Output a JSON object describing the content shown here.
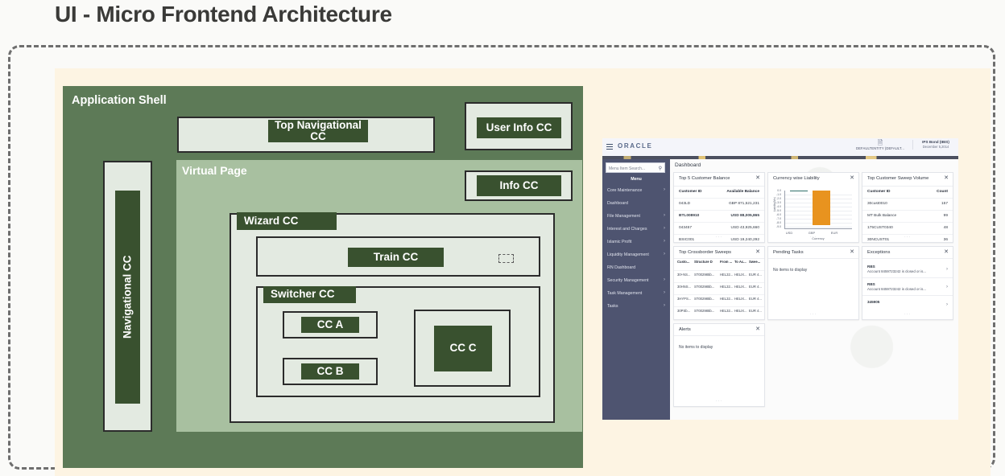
{
  "page": {
    "title": "UI - Micro Frontend Architecture"
  },
  "diagram": {
    "app_shell_label": "Application Shell",
    "virtual_page_label": "Virtual Page",
    "top_nav_cc": "Top Navigational\nCC",
    "top_nav_cc_line1": "Top Navigational",
    "top_nav_cc_line2": "CC",
    "user_info_cc": "User Info CC",
    "info_cc": "Info CC",
    "navigational_cc": "Navigational CC",
    "wizard_cc": "Wizard CC",
    "train_cc": "Train CC",
    "switcher_cc": "Switcher CC",
    "cc_a": "CC A",
    "cc_b": "CC B",
    "cc_c": "CC C",
    "colors": {
      "shell_green": "#5d7a57",
      "virtual_page_green": "#a8c0a0",
      "chip_dark_green": "#39512f",
      "box_light": "#e3eae1",
      "cream": "#fdf4e3",
      "border_dark": "#2b2b2b"
    }
  },
  "oracle": {
    "brand": "ORACLE",
    "entity_label": "DEFAULTENTITY (DEFAULT...",
    "user_name": "IPS Bond (IBIS)",
    "user_date": "December 5,2014",
    "search_placeholder": "Menu Item Search...",
    "menu_heading": "Menu",
    "menu_items": [
      {
        "label": "Core Maintenance",
        "chevron": "›"
      },
      {
        "label": "Dashboard",
        "chevron": ""
      },
      {
        "label": "File Management",
        "chevron": "›"
      },
      {
        "label": "Interest and Charges",
        "chevron": "›"
      },
      {
        "label": "Islamic Profit",
        "chevron": "›"
      },
      {
        "label": "Liquidity Management",
        "chevron": "›"
      },
      {
        "label": "RN Dashboard",
        "chevron": ""
      },
      {
        "label": "Security Management",
        "chevron": "›"
      },
      {
        "label": "Task Management",
        "chevron": "›"
      },
      {
        "label": "Tasks",
        "chevron": "›"
      }
    ],
    "page_heading": "Dashboard",
    "close_glyph": "✕",
    "cards": {
      "top_customer_balance": {
        "title": "Top 5 Customer Balance",
        "columns": [
          "Customer ID",
          "Available Balance"
        ],
        "rows": [
          {
            "id": "043LD",
            "value": "GBP 871,521,231"
          },
          {
            "id": "BTL008910",
            "value": "USD 88,005,865"
          },
          {
            "id": "043457",
            "value": "USD 43,925,660"
          },
          {
            "id": "BSIC001",
            "value": "USD 19,240,292"
          }
        ]
      },
      "currency_liability": {
        "title": "Currency wise Liability"
      },
      "top_sweep_volume": {
        "title": "Top Customer Sweep Volume",
        "columns": [
          "Customer ID",
          "Count"
        ],
        "rows": [
          {
            "id": "30cust0010",
            "value": "157"
          },
          {
            "id": "MT Bulk Balance",
            "value": "99"
          },
          {
            "id": "175CUST0340",
            "value": "48"
          },
          {
            "id": "30NCUST01",
            "value": "36"
          }
        ]
      },
      "crossborder_sweeps": {
        "title": "Top Crossborder Sweeps",
        "columns": [
          "Custo...",
          "Structure D",
          "From ...",
          "To Ac...",
          "Swee..."
        ],
        "rows": [
          [
            "30+NS...",
            "ST002985b...",
            "HEL32...",
            "HELIX...",
            "EUR 4..."
          ],
          [
            "30HNS...",
            "ST002985b...",
            "HEL32...",
            "HELIX...",
            "EUR 4..."
          ],
          [
            "3HYPS...",
            "ST002985b...",
            "HEL32...",
            "HELIX...",
            "EUR 4..."
          ],
          [
            "30PSb...",
            "ST002985b...",
            "HEL32...",
            "HELIX...",
            "EUR 4..."
          ]
        ]
      },
      "pending_tasks": {
        "title": "Pending Tasks",
        "empty_message": "No items to display"
      },
      "exceptions": {
        "title": "Exceptions",
        "items": [
          {
            "name": "RBS",
            "description": "Account 8459723242 is closed or is...",
            "chevron": "›"
          },
          {
            "name": "RBS",
            "description": "Account 8459723242 is closed or is...",
            "chevron": "›"
          },
          {
            "name": "345905",
            "description": "",
            "chevron": "›"
          }
        ]
      },
      "alerts": {
        "title": "Alerts",
        "empty_message": "No items to display"
      }
    },
    "chart_data": {
      "type": "bar",
      "title": "Currency wise Liability",
      "categories": [
        "USD",
        "GBP",
        "EUR"
      ],
      "values": [
        -0.2,
        -8.2,
        0
      ],
      "ylabel": "Liability(Mn)",
      "xlabel": "Currency",
      "ytick_labels": [
        "0.0",
        "-1.0",
        "-2.0",
        "-3.0",
        "-4.0",
        "-5.0",
        "-6.0",
        "-7.0",
        "-8.0",
        "-9.0"
      ],
      "ylim": [
        -9.0,
        0.0
      ],
      "bar_color": "#e8931f",
      "grid": true,
      "legend": false
    }
  }
}
